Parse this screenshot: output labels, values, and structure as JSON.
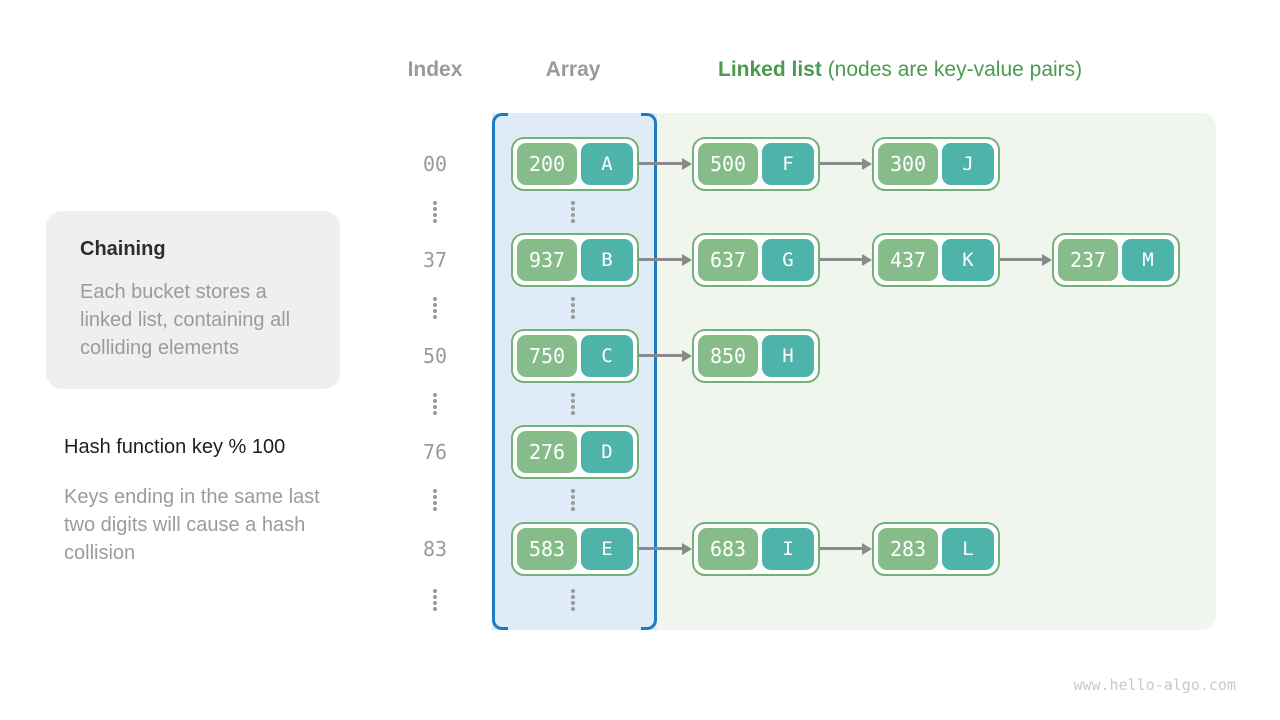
{
  "page": {
    "watermark": "www.hello-algo.com",
    "background_color": "#ffffff"
  },
  "headers": {
    "index": "Index",
    "array": "Array",
    "linked_list_bold": "Linked list",
    "linked_list_rest": " (nodes are key-value pairs)"
  },
  "sidebar": {
    "title": "Chaining",
    "body": "Each bucket stores a linked list, containing all colliding elements"
  },
  "notes": {
    "hash_function": "Hash function key % 100",
    "collision": "Keys ending in the same last two digits will cause a hash collision"
  },
  "colors": {
    "key_pill_green": "#86bb8a",
    "value_pill_teal": "#4eb3a9",
    "node_border_green": "#74b07a",
    "array_fill_blue": "#dfecf8",
    "array_border_blue": "#1f7ac4",
    "list_region_green": "#f0f6ee",
    "header_green": "#4a9b50",
    "muted_gray": "#9a9a9a",
    "arrow_gray": "#8a8a8a"
  },
  "rows": [
    {
      "index": "00",
      "nodes": [
        {
          "key": "200",
          "value": "A"
        },
        {
          "key": "500",
          "value": "F"
        },
        {
          "key": "300",
          "value": "J"
        }
      ]
    },
    {
      "index": "37",
      "nodes": [
        {
          "key": "937",
          "value": "B"
        },
        {
          "key": "637",
          "value": "G"
        },
        {
          "key": "437",
          "value": "K"
        },
        {
          "key": "237",
          "value": "M"
        }
      ]
    },
    {
      "index": "50",
      "nodes": [
        {
          "key": "750",
          "value": "C"
        },
        {
          "key": "850",
          "value": "H"
        }
      ]
    },
    {
      "index": "76",
      "nodes": [
        {
          "key": "276",
          "value": "D"
        }
      ]
    },
    {
      "index": "83",
      "nodes": [
        {
          "key": "583",
          "value": "E"
        },
        {
          "key": "683",
          "value": "I"
        },
        {
          "key": "283",
          "value": "L"
        }
      ]
    }
  ]
}
